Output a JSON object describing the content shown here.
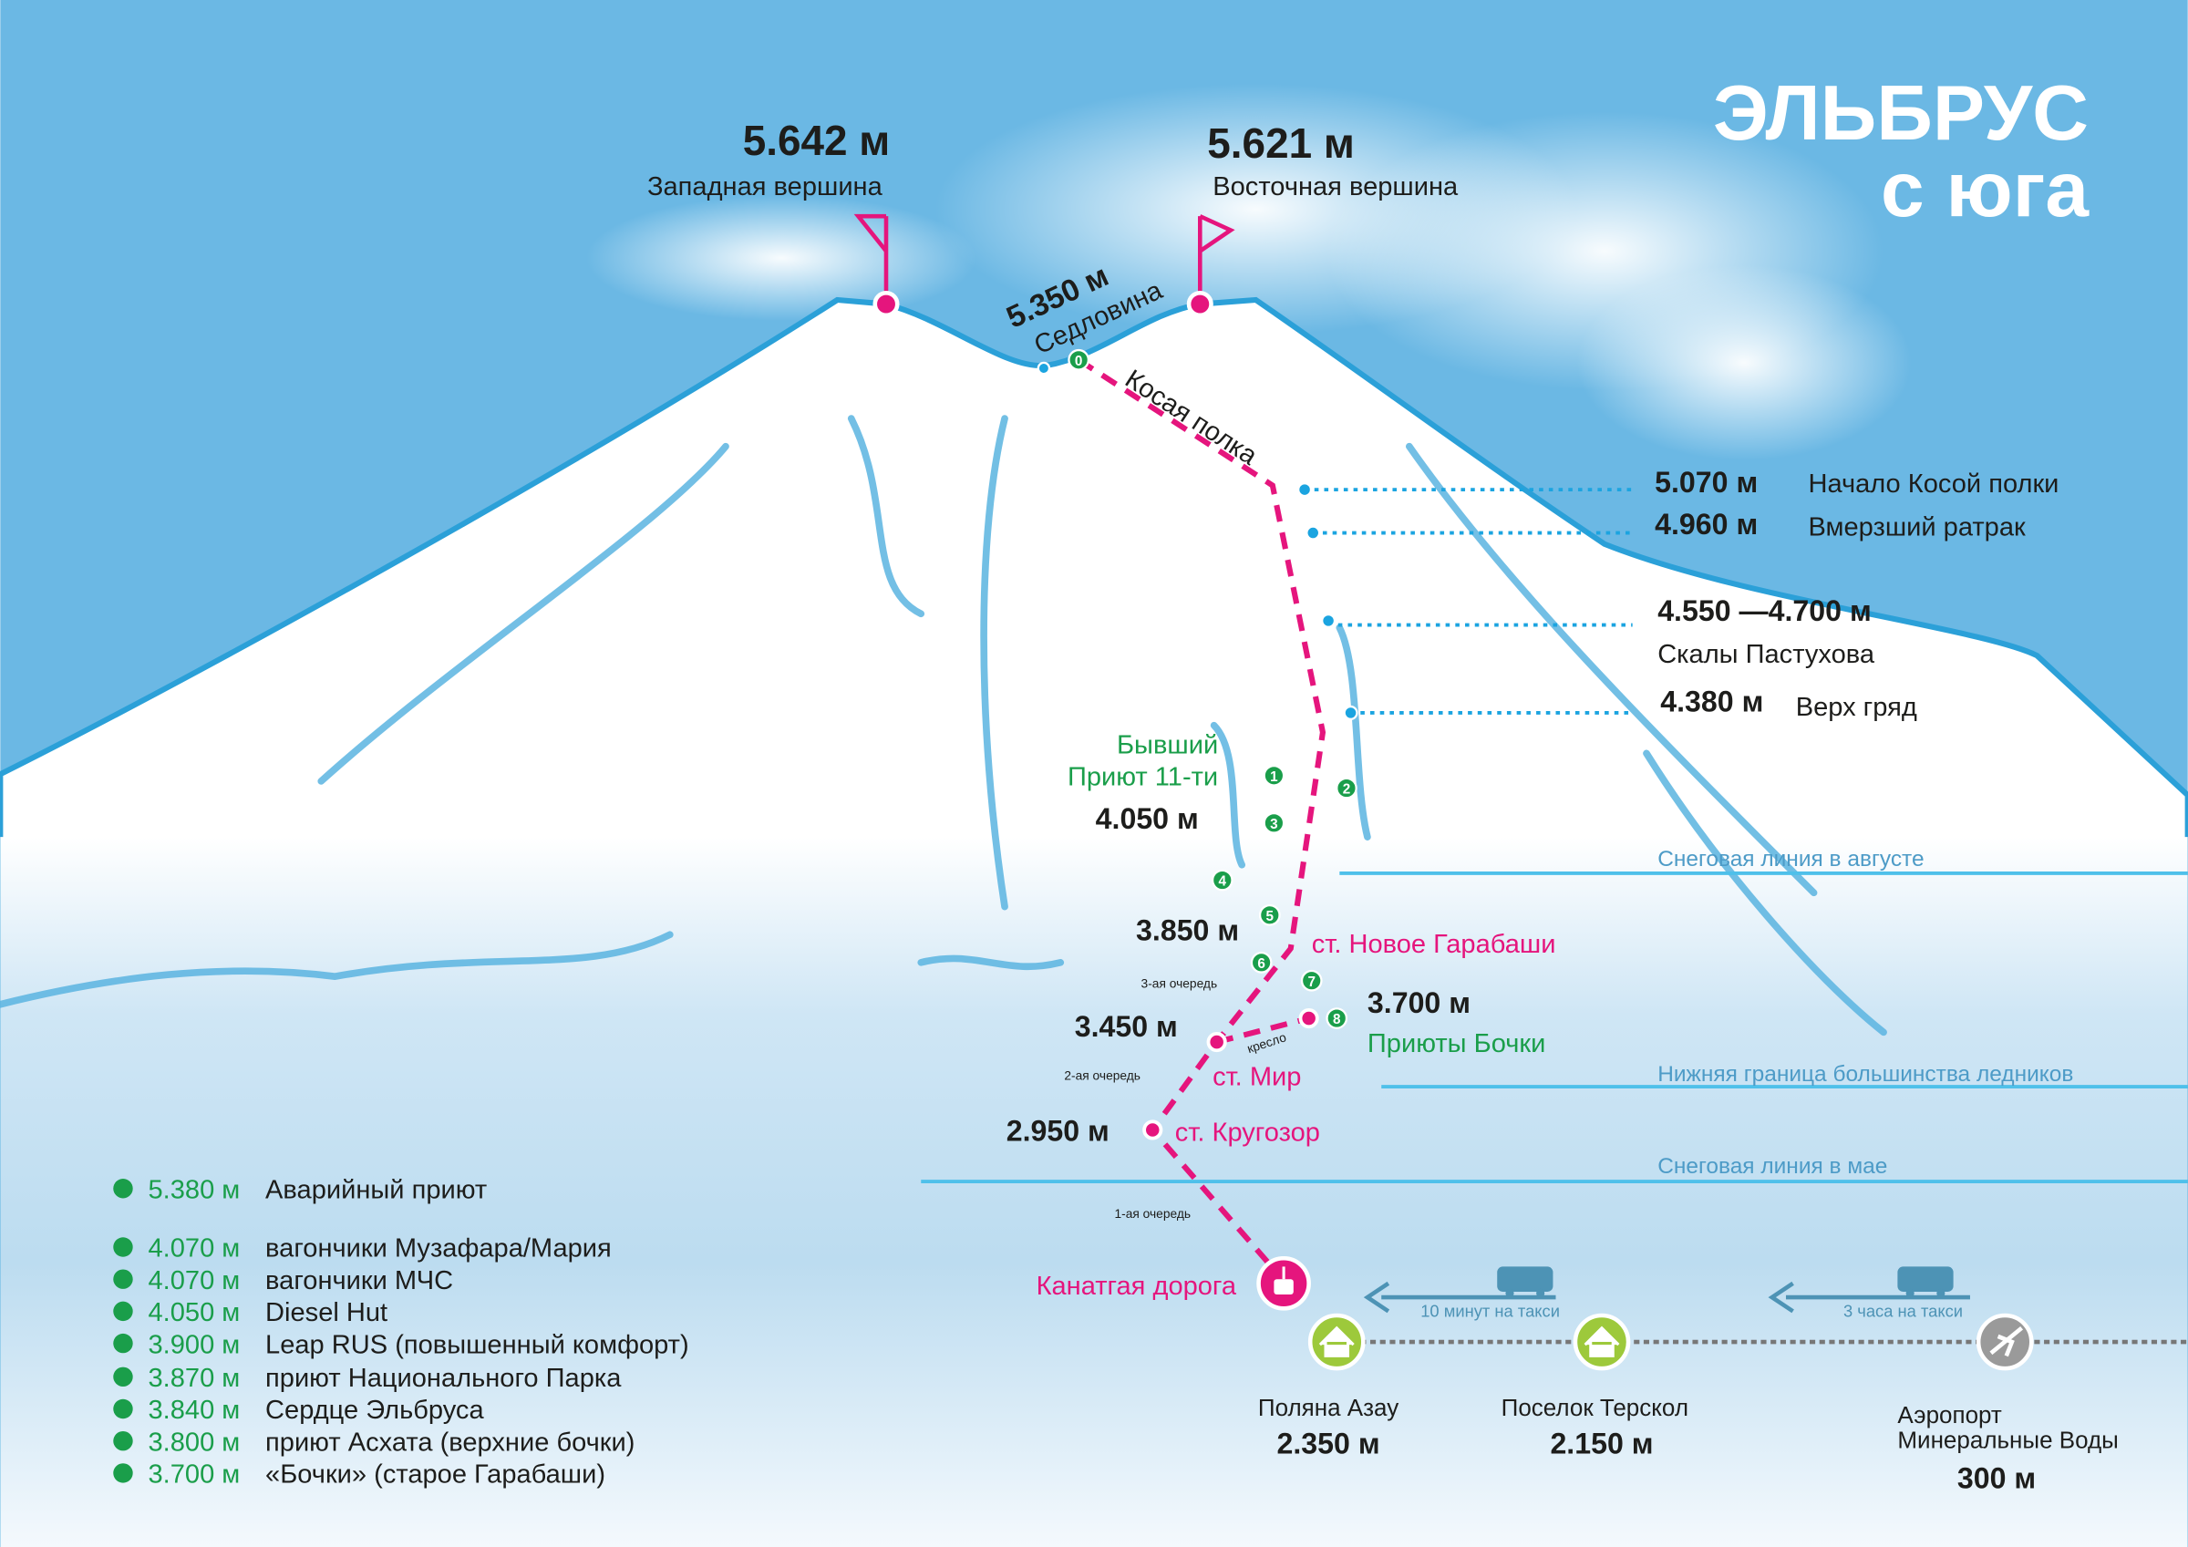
{
  "title": {
    "line1": "ЭЛЬБРУС",
    "line2": "с юга"
  },
  "colors": {
    "sky": "#6bb8e4",
    "route": "#e5157d",
    "hut": "#1a9e4a",
    "line": "#4fc0ea",
    "village": "#9dc93b",
    "airport": "#9a9a9a",
    "bus": "#4d93b5"
  },
  "peaks": [
    {
      "height": "5.642 м",
      "name": "Западная вершина"
    },
    {
      "height": "5.621 м",
      "name": "Восточная вершина"
    }
  ],
  "saddle": {
    "height": "5.350 м",
    "name": "Седловина"
  },
  "route_label": "Косая полка",
  "right_points": [
    {
      "height": "5.070 м",
      "name": "Начало Косой полки"
    },
    {
      "height": "4.960 м",
      "name": "Вмерзший ратрак"
    },
    {
      "height": "4.550 —4.700 м",
      "name": "Скалы Пастухова"
    },
    {
      "height": "4.380 м",
      "name": "Верх гряд"
    }
  ],
  "snow_lines": [
    "Снеговая линия в августе",
    "Нижняя граница большинства ледников",
    "Снеговая линия в мае"
  ],
  "priyut11": {
    "line1": "Бывший",
    "line2": "Приют 11-ти",
    "height": "4.050 м"
  },
  "stations": [
    {
      "height": "3.850 м",
      "name": "ст. Новое Гарабаши"
    },
    {
      "height": "3.450 м",
      "name": "ст. Мир"
    },
    {
      "height": "2.950 м",
      "name": "ст. Кругозор"
    }
  ],
  "bochki": {
    "height": "3.700 м",
    "name": "Приюты Бочки"
  },
  "lift_labels": {
    "third": "3-ая очередь",
    "second": "2-ая очередь",
    "first": "1-ая очередь",
    "chair": "кресло"
  },
  "hut_numbers": [
    "0",
    "1",
    "2",
    "3",
    "4",
    "5",
    "6",
    "7",
    "8"
  ],
  "cable_car": "Канатгая дорога",
  "transfers": [
    "10 минут на такси",
    "3 часа на такси"
  ],
  "places": [
    {
      "name": "Поляна Азау",
      "height": "2.350 м"
    },
    {
      "name": "Поселок Терскол",
      "height": "2.150 м"
    },
    {
      "name": "Аэропорт",
      "name2": "Минеральные Воды",
      "height": "300 м"
    }
  ],
  "legend": [
    {
      "height": "5.380 м",
      "name": "Аварийный приют"
    },
    {
      "height": "4.070 м",
      "name": "вагончики Музафара/Мария"
    },
    {
      "height": "4.070 м",
      "name": "вагончики МЧС"
    },
    {
      "height": "4.050 м",
      "name": "Diesel Hut"
    },
    {
      "height": "3.900 м",
      "name": "Leap RUS (повышенный комфорт)"
    },
    {
      "height": "3.870 м",
      "name": "приют Национального Парка"
    },
    {
      "height": "3.840 м",
      "name": "Сердце Эльбруса"
    },
    {
      "height": "3.800 м",
      "name": "приют Асхата (верхние бочки)"
    },
    {
      "height": "3.700 м",
      "name": "«Бочки» (старое Гарабаши)"
    }
  ]
}
